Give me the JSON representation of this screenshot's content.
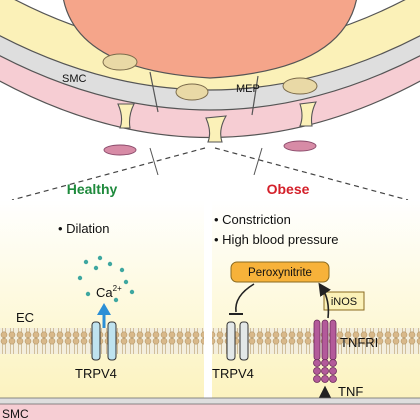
{
  "top": {
    "smc_label": "SMC",
    "mep_label": "MEP"
  },
  "healthy": {
    "title": "Healthy",
    "bullets": [
      "• Dilation"
    ],
    "ion_label": "Ca",
    "ion_charge": "2+",
    "channel_label": "TRPV4"
  },
  "obese": {
    "title": "Obese",
    "bullets": [
      "• Constriction",
      "• High blood pressure"
    ],
    "peroxynitrite": "Peroxynitrite",
    "inos": "iNOS",
    "channel_label": "TRPV4",
    "receptor_label": "TNFRI",
    "ligand_label": "TNF"
  },
  "layers": {
    "ec_label": "EC",
    "smc_label": "SMC"
  },
  "colors": {
    "healthy_title": "#1e8a3c",
    "obese_title": "#d4202a",
    "endothelium": "#fbf1b8",
    "smc": "#f6cdd3",
    "membrane_head": "#d9b98a",
    "lumen": "#f5a58a",
    "receptor": "#b35a9a",
    "peroxynitrite_box": "#f7b23a",
    "calcium": "#3ea7a0",
    "arrow_blue": "#2b8fd6"
  }
}
